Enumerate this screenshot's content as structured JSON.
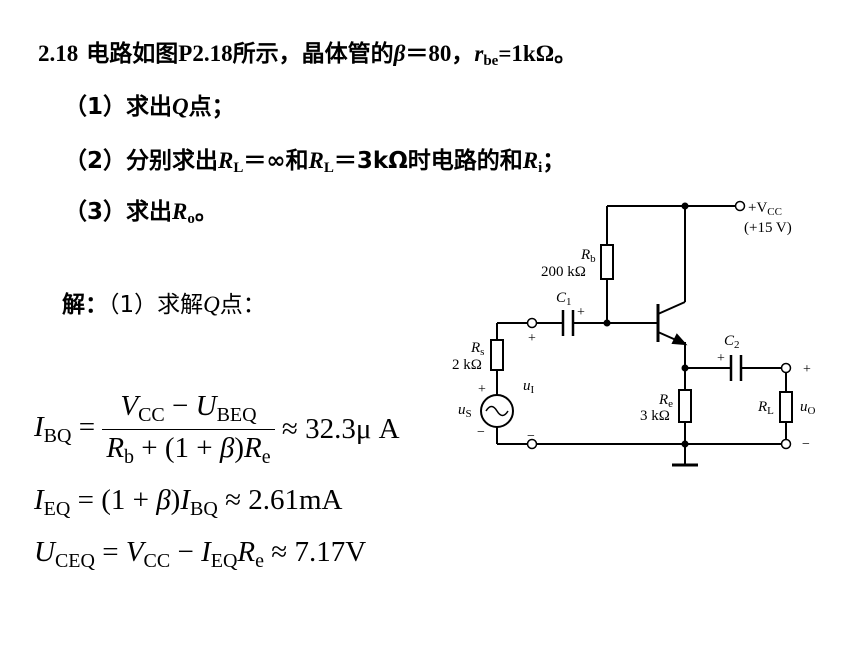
{
  "problem": {
    "number": "2.18",
    "statement_a": "电路如图",
    "fig_ref": "P2.18",
    "statement_b": "所示，晶体管的",
    "beta_symbol": "β",
    "beta_eq": "＝80，",
    "rbe_symbol": "r",
    "rbe_sub": "be",
    "rbe_eq": "=1kΩ。"
  },
  "q1": {
    "prefix": "（1）求出",
    "var": "Q",
    "suffix": "点；"
  },
  "q2": {
    "prefix": "（2）分别求出",
    "rl_var": "R",
    "rl_sub": "L",
    "cond1": "＝∞和",
    "rl2_var": "R",
    "rl2_sub": "L",
    "cond2": "＝3kΩ时电路的和",
    "ri_var": "R",
    "ri_sub": "i",
    "suffix": "；"
  },
  "q3": {
    "prefix": "（3）求出",
    "var": "R",
    "sub": "o",
    "suffix": "。"
  },
  "solution": {
    "label": "解：",
    "part1_prefix": "（1）求解",
    "part1_var": "Q",
    "part1_suffix": "点："
  },
  "equations": {
    "ibq_lhs": "I",
    "ibq_lhs_sub": "BQ",
    "vcc": "V",
    "vcc_sub": "CC",
    "minus": " − ",
    "ubeq": "U",
    "ubeq_sub": "BEQ",
    "rb": "R",
    "rb_sub": "b",
    "den_mid": " + (1 + ",
    "beta": "β",
    "den_close": ")",
    "re": "R",
    "re_sub": "e",
    "ibq_result": "≈ 32.3μ A",
    "ieq_lhs": "I",
    "ieq_lhs_sub": "EQ",
    "ieq_mid": " = (1 + ",
    "ieq_beta": "β",
    "ieq_close": ")",
    "ieq_i": "I",
    "ieq_i_sub": "BQ",
    "ieq_result": " ≈ 2.61mA",
    "uceq_lhs": "U",
    "uceq_lhs_sub": "CEQ",
    "uceq_eq": " = ",
    "uceq_v": "V",
    "uceq_v_sub": "CC",
    "uceq_minus": " − ",
    "uceq_i": "I",
    "uceq_i_sub": "EQ",
    "uceq_r": "R",
    "uceq_r_sub": "e",
    "uceq_result": " ≈ 7.17V"
  },
  "circuit": {
    "vcc_label": "+V",
    "vcc_sub": "CC",
    "vcc_value": "(+15 V)",
    "rb_label": "R",
    "rb_sub": "b",
    "rb_value": "200 kΩ",
    "c1_label": "C",
    "c1_sub": "1",
    "c2_label": "C",
    "c2_sub": "2",
    "rs_label": "R",
    "rs_sub": "s",
    "rs_value": "2 kΩ",
    "re_label": "R",
    "re_sub": "e",
    "re_value": "3 kΩ",
    "rl_label": "R",
    "rl_sub": "L",
    "us_label": "u",
    "us_sub": "S",
    "ui_label": "u",
    "ui_sub": "I",
    "uo_label": "u",
    "uo_sub": "O",
    "plus": "+",
    "minus": "−"
  }
}
